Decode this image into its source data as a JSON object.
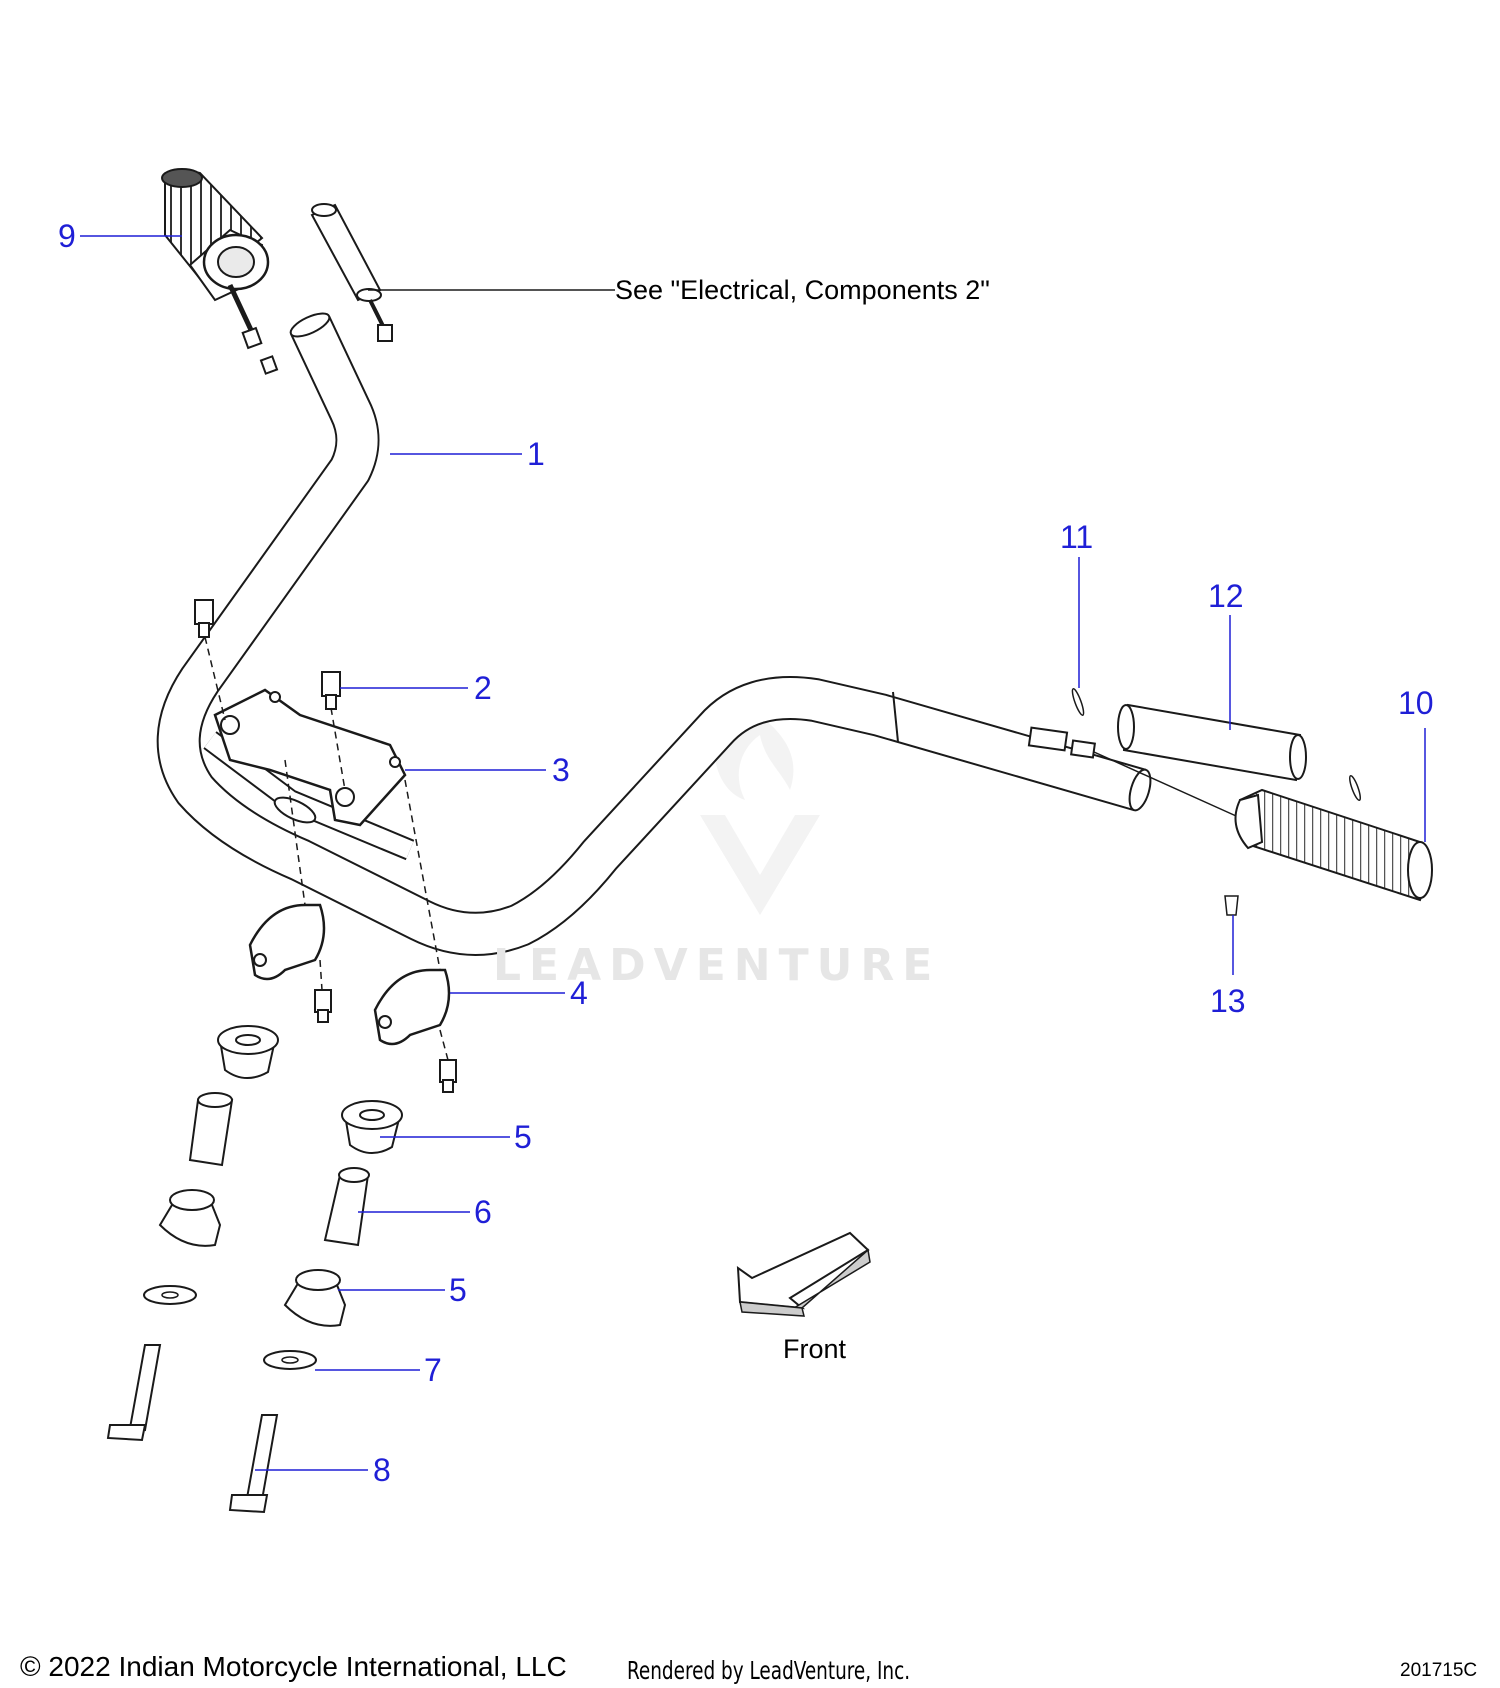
{
  "diagram": {
    "callouts": {
      "c1": "1",
      "c2": "2",
      "c3": "3",
      "c4": "4",
      "c5a": "5",
      "c5b": "5",
      "c6": "6",
      "c7": "7",
      "c8": "8",
      "c9": "9",
      "c10": "10",
      "c11": "11",
      "c12": "12",
      "c13": "13"
    },
    "see_note": "See \"Electrical, Components 2\"",
    "direction_label": "Front",
    "watermark": "LEADVENTURE"
  },
  "footer": {
    "copyright": "© 2022 Indian Motorcycle International, LLC",
    "rendered_by": "Rendered by LeadVenture, Inc.",
    "diagram_id": "201715C"
  },
  "colors": {
    "callout": "#1f1fd6",
    "line_art": "#1a1a1a",
    "watermark": "#e6e6e6"
  }
}
